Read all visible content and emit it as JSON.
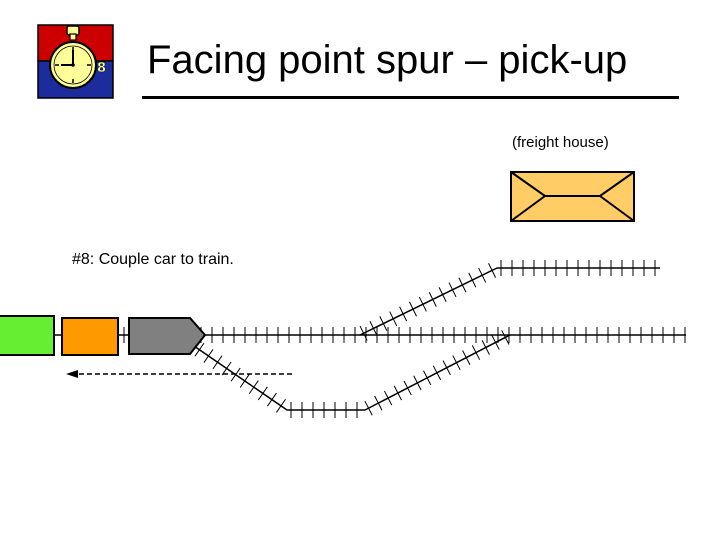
{
  "title": "Facing point spur – pick-up",
  "freight_house_label": "(freight house)",
  "step_label": "#8:  Couple car to train.",
  "logo": {
    "icon": "stopwatch-icon",
    "top_color": "#cc0000",
    "bottom_color": "#1c2c9c",
    "face_color": "#ffff99"
  },
  "colors": {
    "green_car": "#66ee33",
    "orange_car": "#ff9900",
    "locomotive": "#808080",
    "freight_house": "#ffcc66",
    "track": "#000000"
  }
}
